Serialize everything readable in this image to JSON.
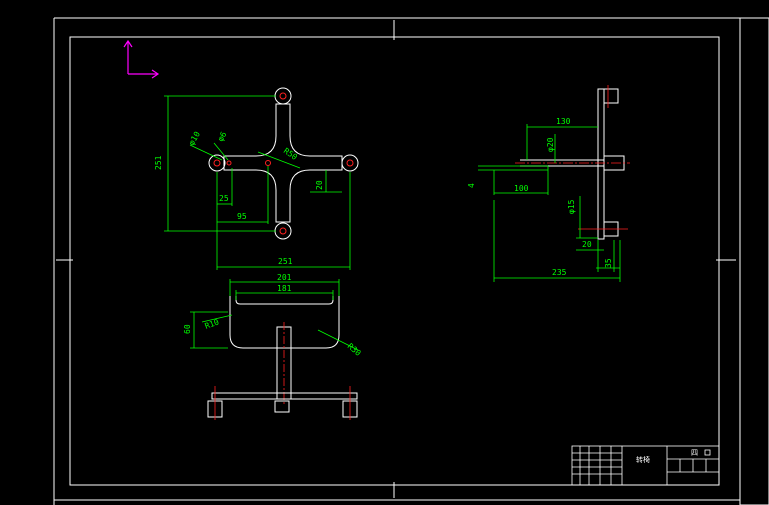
{
  "colors": {
    "background": "#000000",
    "frame": "#ffffff",
    "dimension": "#00ff00",
    "centerline": "#ff2020",
    "ucs": "#ff00ff",
    "scrollbar": "#ffffff"
  },
  "top_view": {
    "dims": {
      "d251_vertical": "251",
      "d251_horizontal": "251",
      "phi10": "φ10",
      "phi6": "φ6",
      "r50": "R50",
      "d25": "25",
      "d95": "95",
      "d20": "20"
    }
  },
  "front_view": {
    "dims": {
      "d201": "201",
      "d181": "181",
      "d60": "60",
      "r10": "R10",
      "r30": "R30"
    }
  },
  "side_view": {
    "dims": {
      "d130": "130",
      "phi20": "φ20",
      "d4": "4",
      "d100": "100",
      "phi15": "φ15",
      "d20": "20",
      "d35": "35",
      "d235": "235"
    }
  },
  "title_block": {
    "drawing_name": "转椅",
    "scale_mark": "四"
  }
}
